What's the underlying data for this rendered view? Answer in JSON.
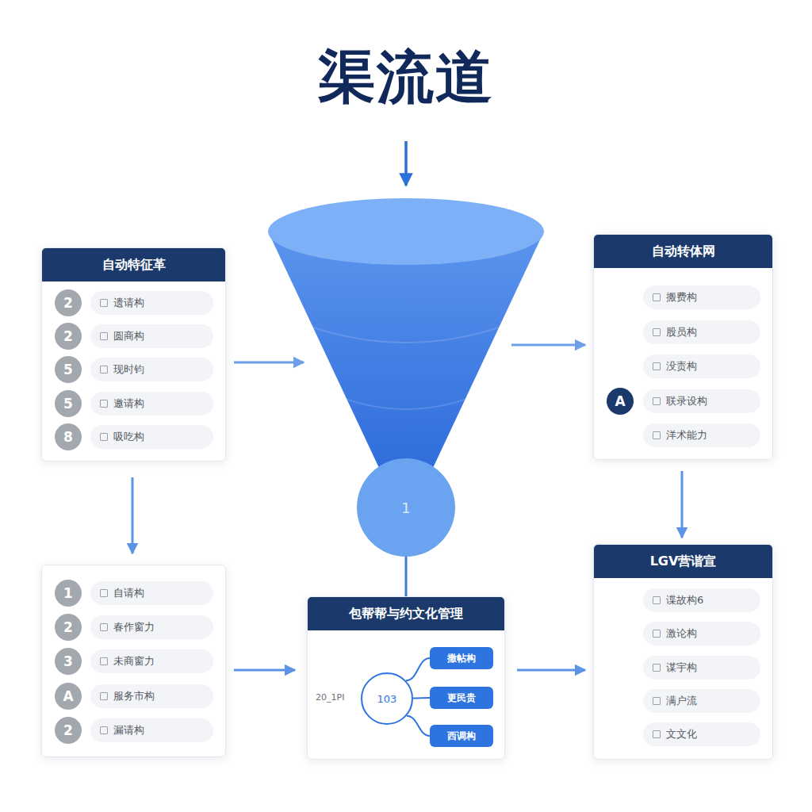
{
  "diagram": {
    "title": "渠流道",
    "nodes": [
      {
        "text": [
          "自动特征革"
        ]
      },
      {
        "text": [
          "2"
        ],
        "in": 0
      },
      {
        "text": [
          "遗请构"
        ],
        "in": 0
      },
      {
        "text": [
          "2"
        ],
        "in": 0
      },
      {
        "text": [
          "圆商构"
        ],
        "in": 0
      },
      {
        "text": [
          "5"
        ],
        "in": 0
      },
      {
        "text": [
          "现时钧"
        ],
        "in": 0
      },
      {
        "text": [
          "5"
        ],
        "in": 0
      },
      {
        "text": [
          "邀请构"
        ],
        "in": 0
      },
      {
        "text": [
          "8"
        ],
        "in": 0
      },
      {
        "text": [
          "吸吃构"
        ],
        "in": 0
      },
      {
        "text": [
          "自动转体网"
        ]
      },
      {
        "text": [
          "搬费构"
        ],
        "in": 11
      },
      {
        "text": [
          "股员构"
        ],
        "in": 11
      },
      {
        "text": [
          "没责构"
        ],
        "in": 11
      },
      {
        "text": [
          "A"
        ],
        "in": 11
      },
      {
        "text": [
          "联录设构"
        ],
        "in": 11
      },
      {
        "text": [
          "洋术能力"
        ],
        "in": 11
      },
      {
        "text": [
          "1"
        ]
      },
      {
        "text": []
      },
      {
        "text": [
          "1"
        ],
        "in": 19
      },
      {
        "text": [
          "自请构"
        ],
        "in": 19
      },
      {
        "text": [
          "2"
        ],
        "in": 19
      },
      {
        "text": [
          "春作窗力"
        ],
        "in": 19
      },
      {
        "text": [
          "3"
        ],
        "in": 19
      },
      {
        "text": [
          "未商窗力"
        ],
        "in": 19
      },
      {
        "text": [
          "A"
        ],
        "in": 19
      },
      {
        "text": [
          "服务市构"
        ],
        "in": 19
      },
      {
        "text": [
          "2"
        ],
        "in": 19
      },
      {
        "text": [
          "漏请构"
        ],
        "in": 19
      },
      {
        "text": [
          "包帮帮与约文化管理"
        ]
      },
      {
        "text": [
          "103"
        ],
        "in": 30
      },
      {
        "text": [
          "撒帖构"
        ],
        "in": 30
      },
      {
        "text": [
          "更民贵"
        ],
        "in": 30
      },
      {
        "text": [
          "西调构"
        ],
        "in": 30
      },
      {
        "text": [
          "LGV营谐宣"
        ]
      },
      {
        "text": [
          "谍故构6"
        ],
        "in": 35
      },
      {
        "text": [
          "激论构"
        ],
        "in": 35
      },
      {
        "text": [
          "谋宇构"
        ],
        "in": 35
      },
      {
        "text": [
          "满户流"
        ],
        "in": 35
      },
      {
        "text": [
          "文文化"
        ],
        "in": 35
      }
    ],
    "edges": [
      {
        "from": 0,
        "to": 19,
        "arrow": "to"
      },
      {
        "from": 11,
        "to": 35,
        "arrow": "to"
      },
      {
        "from": 19,
        "to": 30,
        "arrow": "to"
      },
      {
        "from": 30,
        "to": 35,
        "arrow": "to"
      },
      {
        "from": 18,
        "to": 30,
        "arrow": "none"
      },
      {
        "from": 31,
        "to": 32,
        "arrow": "none"
      },
      {
        "from": 31,
        "to": 33,
        "arrow": "none"
      },
      {
        "from": 31,
        "to": 34,
        "arrow": "none"
      }
    ],
    "labels": [
      "20_1PI"
    ]
  }
}
